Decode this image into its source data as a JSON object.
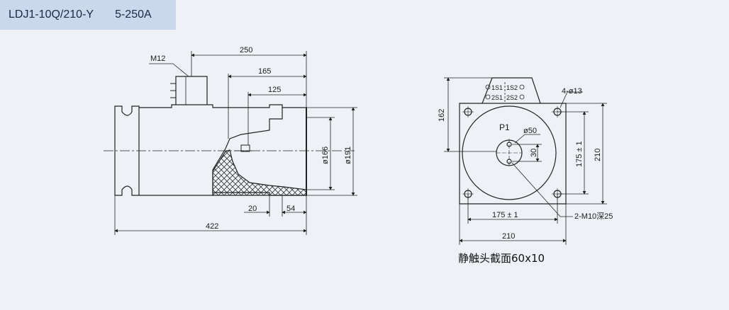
{
  "header": {
    "model": "LDJ1-10Q/210-Y",
    "current_range": "5-250A"
  },
  "side_view": {
    "thread_label": "M12",
    "dim_250": "250",
    "dim_165": "165",
    "dim_125": "125",
    "dim_166": "ø166",
    "dim_191": "ø191",
    "dim_20": "20",
    "dim_54": "54",
    "dim_422": "422"
  },
  "front_view": {
    "terminal_1s1": "1S1",
    "terminal_1s2": "1S2",
    "terminal_2s1": "2S1",
    "terminal_2s2": "2S2",
    "hole_label": "4-ø13",
    "dim_162": "162",
    "p1_label": "P1",
    "dim_50": "ø50",
    "dim_30": "30",
    "dim_175_v": "175 ± 1",
    "dim_210_v": "210",
    "dim_175_h": "175 ± 1",
    "dim_210_h": "210",
    "thread_label": "2-M10深25",
    "caption": "静触头截面60x10"
  },
  "colors": {
    "background": "#eef2f7",
    "title_bg": "#c9d8ec",
    "line": "#222222"
  }
}
